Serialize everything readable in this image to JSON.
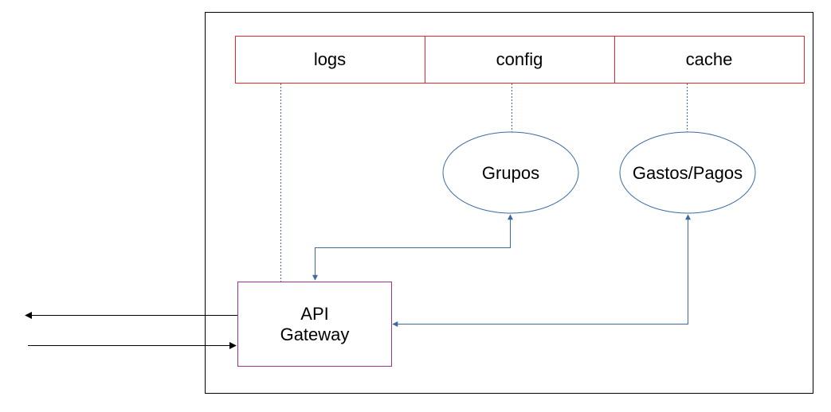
{
  "diagram": {
    "stores": {
      "logs": "logs",
      "config": "config",
      "cache": "cache"
    },
    "services": {
      "grupos": "Grupos",
      "gastos_pagos": "Gastos/Pagos"
    },
    "gateway": {
      "line1": "API",
      "line2": "Gateway"
    }
  },
  "colors": {
    "store_border": "#e8262a",
    "service_border": "#3c6aa0",
    "gateway_border": "#993399",
    "connector": "#3c6aa0",
    "external_arrow": "#000000",
    "container_border": "#000000"
  }
}
